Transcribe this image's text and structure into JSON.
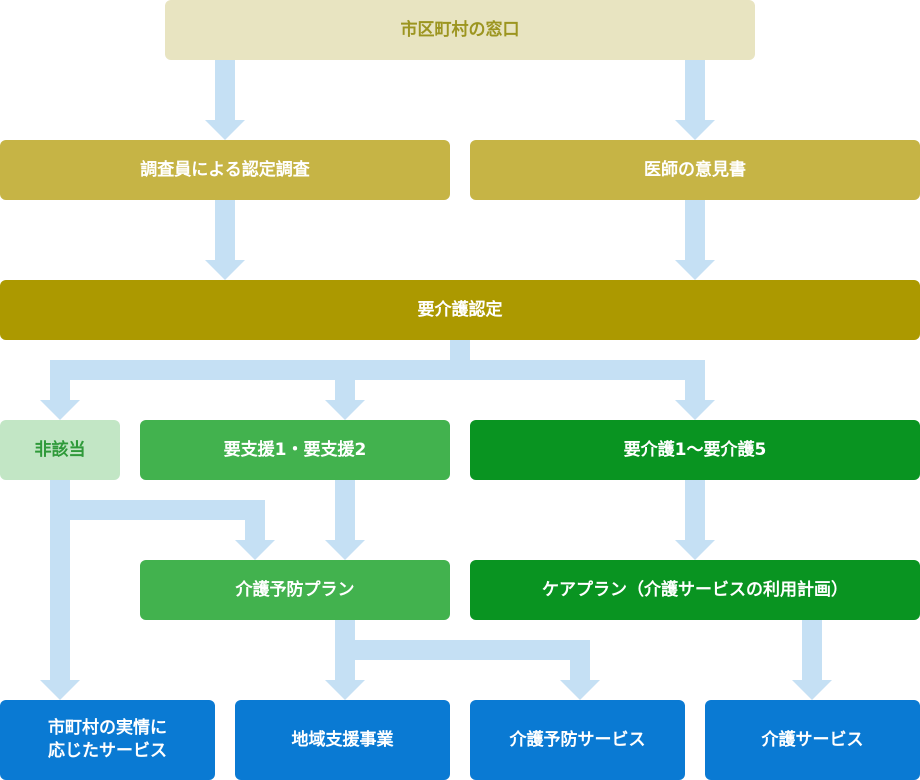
{
  "nodes": {
    "municipal_window": "市区町村の窓口",
    "investigator_survey": "調査員による認定調査",
    "doctor_opinion": "医師の意見書",
    "care_certification": "要介護認定",
    "not_applicable": "非該当",
    "support_level": "要支援1・要支援2",
    "care_level": "要介護1～要介護5",
    "prevention_plan": "介護予防プラン",
    "care_plan": "ケアプラン（介護サービスの利用計画）",
    "municipal_services": "市町村の実情に\n応じたサービス",
    "regional_support": "地域支援事業",
    "prevention_services": "介護予防サービス",
    "care_services": "介護サービス"
  },
  "colors": {
    "connector": "#c5e0f4",
    "top_bg": "#e8e4c1",
    "survey_bg": "#c6b445",
    "certification_bg": "#ac9900",
    "not_applicable_bg": "#c2e6c5",
    "support_bg": "#42b24e",
    "care_bg": "#099421",
    "service_bg": "#0a7ad3"
  }
}
